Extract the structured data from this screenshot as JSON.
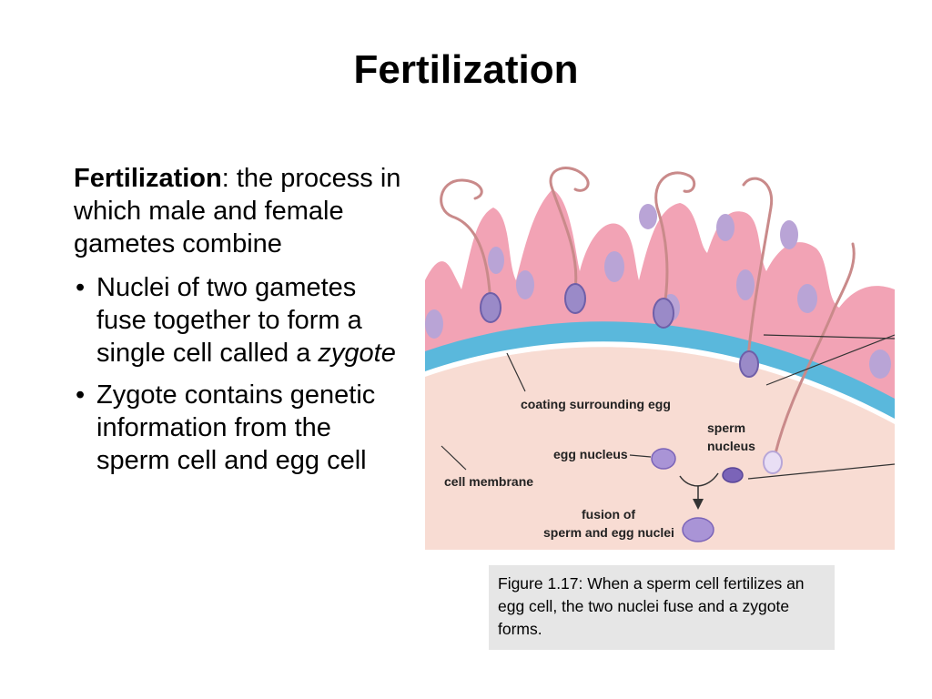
{
  "slide": {
    "title": "Fertilization",
    "definition": {
      "term": "Fertilization",
      "rest": ": the process in which male and female gametes combine"
    },
    "bullets": [
      {
        "text_before": "Nuclei of two gametes fuse together to form a single cell called a ",
        "emphasis": "zygote"
      },
      {
        "text": "Zygote contains genetic information from the sperm cell and egg cell"
      }
    ]
  },
  "figure": {
    "labels": {
      "coating": "coating surrounding egg",
      "sperm_nucleus_1": "sperm",
      "sperm_nucleus_2": "nucleus",
      "egg_nucleus": "egg nucleus",
      "cell_membrane": "cell membrane",
      "fusion_1": "fusion of",
      "fusion_2": "sperm and egg nuclei"
    },
    "caption": "Figure 1.17: When a sperm cell fertilizes an egg cell, the two nuclei fuse and a zygote forms.",
    "colors": {
      "egg_interior": "#f8dcd3",
      "coating": "#5ab8dc",
      "follicle_cells": "#f2a3b5",
      "cell_nuclei": "#b9a4d6",
      "sperm_tail": "#c98a8a",
      "nucleus_dark": "#7b64b8"
    }
  }
}
